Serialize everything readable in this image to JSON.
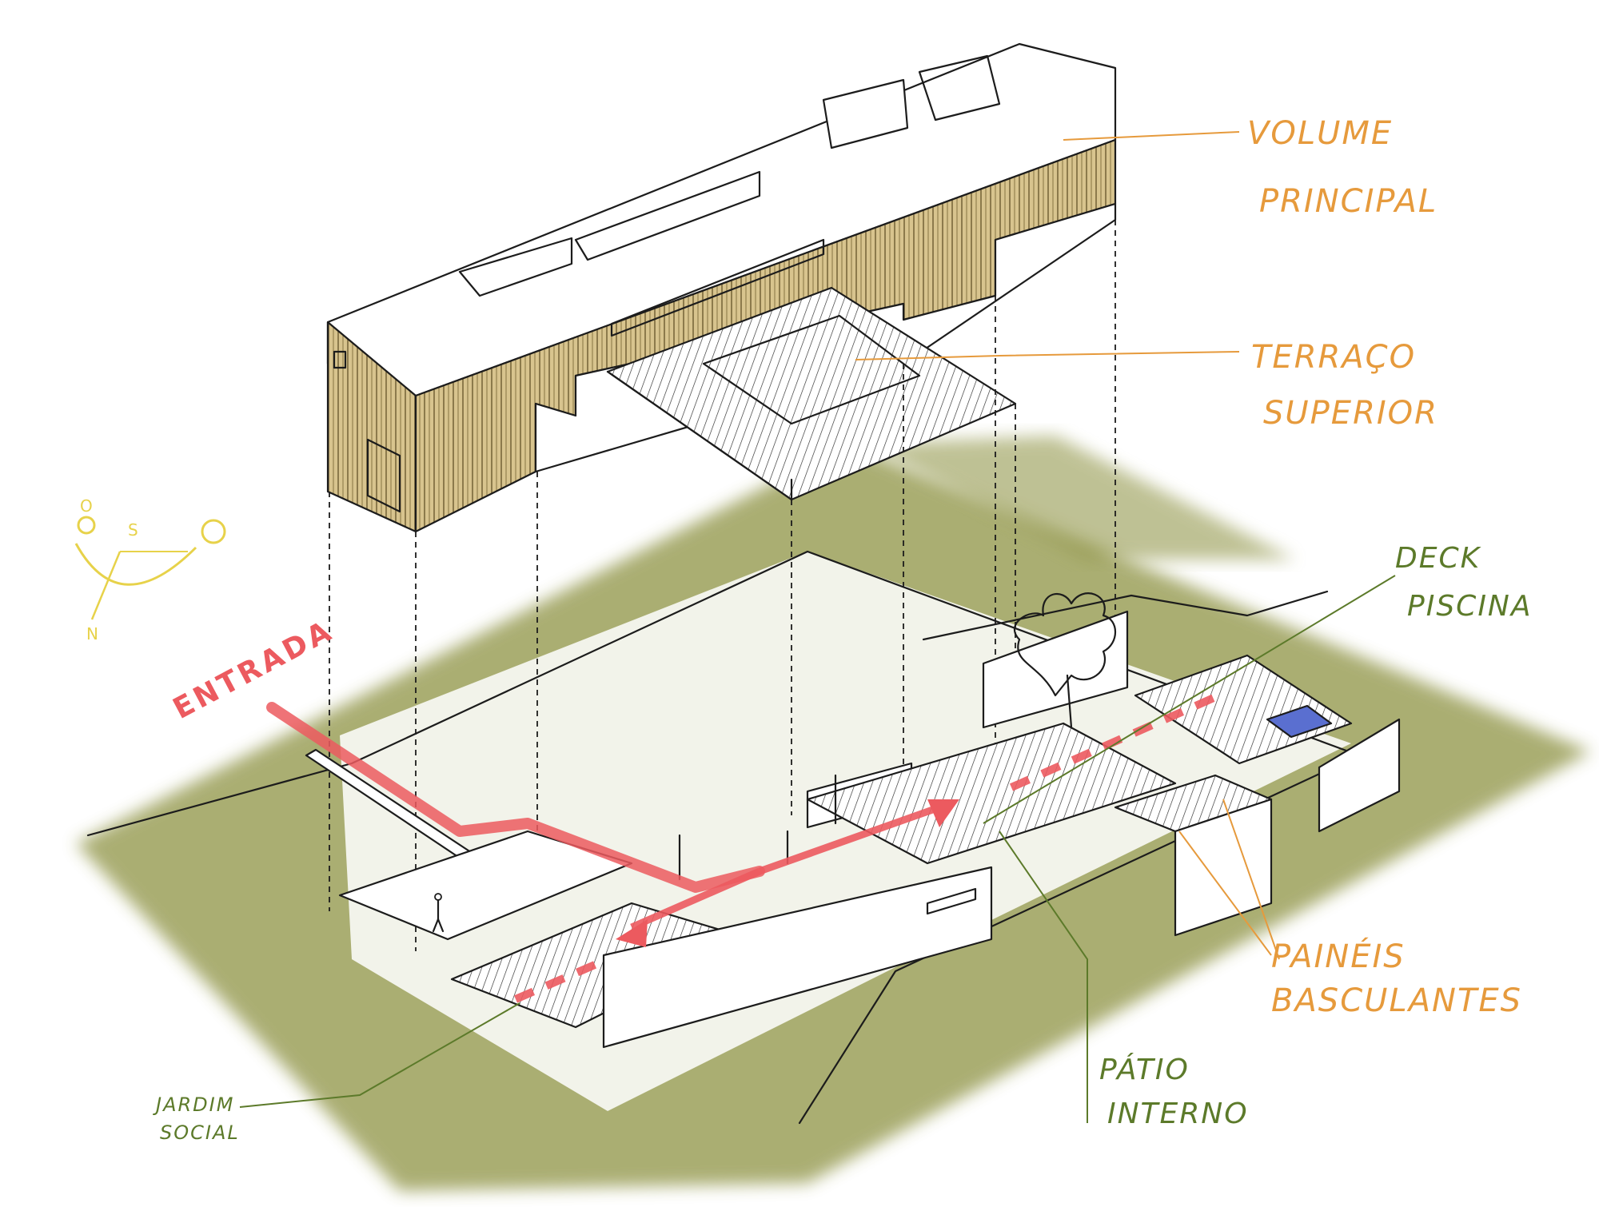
{
  "labels": {
    "volume_principal": [
      "VOLUME",
      "PRINCIPAL"
    ],
    "terraco_superior": [
      "TERRAÇO",
      "SUPERIOR"
    ],
    "deck_piscina": [
      "DECK",
      "PISCINA"
    ],
    "paineis_basculantes": [
      "PAINÉIS",
      "BASCULANTES"
    ],
    "patio_interno": [
      "PÁTIO",
      "INTERNO"
    ],
    "jardim_social": [
      "JARDIM",
      "SOCIAL"
    ],
    "entrada": "ENTRADA"
  },
  "compass": {
    "marks": [
      "O",
      "S",
      "N"
    ]
  },
  "colors": {
    "ground_wash": "#8a8f3c",
    "wood_volume": "#d8c48e",
    "entry_path": "#ec5a5f",
    "annotation_orange": "#e69a3c",
    "annotation_green": "#5c7a2a",
    "pool_water": "#5a6fd0",
    "compass_yellow": "#e7d24a",
    "ink": "#1c1c1c"
  },
  "icons": {
    "sun": "sun-icon",
    "person": "person-icon",
    "tree": "tree-icon"
  }
}
